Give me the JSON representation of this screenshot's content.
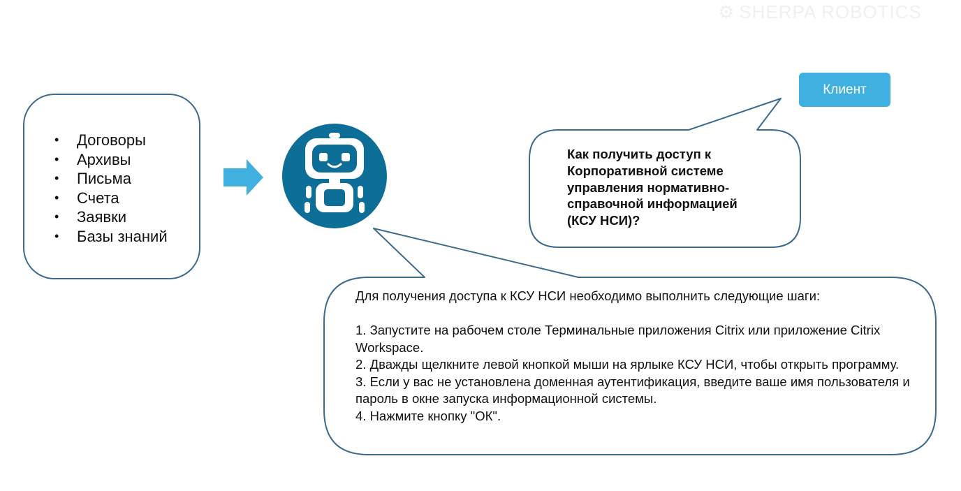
{
  "watermark": {
    "text": "SHERPA ROBOTICS",
    "icon": "gear-icon"
  },
  "sources": {
    "items": [
      "Договоры",
      "Архивы",
      "Письма",
      "Счета",
      "Заявки",
      "Базы знаний"
    ]
  },
  "client": {
    "label": "Клиент"
  },
  "question": {
    "text": "Как получить доступ к\nКорпоративной системе\nуправления нормативно-\nсправочной информацией\n (КСУ НСИ)?"
  },
  "answer": {
    "intro": "Для получения доступа к КСУ НСИ необходимо выполнить следующие шаги:",
    "steps": [
      "1. Запустите на рабочем столе Терминальные приложения Citrix или приложение Citrix Workspace.",
      "2. Дважды щелкните левой кнопкой мыши на ярлыке КСУ НСИ, чтобы открыть программу.",
      "3. Если у вас не установлена доменная аутентификация, введите ваше имя пользователя и пароль в окне запуска информационной системы.",
      "4. Нажмите кнопку \"ОК\"."
    ]
  },
  "colors": {
    "box_border": "#3d6b8c",
    "arrow": "#3fb0e0",
    "robot_circle": "#0d6f97",
    "client_chip": "#3fb0e0"
  }
}
